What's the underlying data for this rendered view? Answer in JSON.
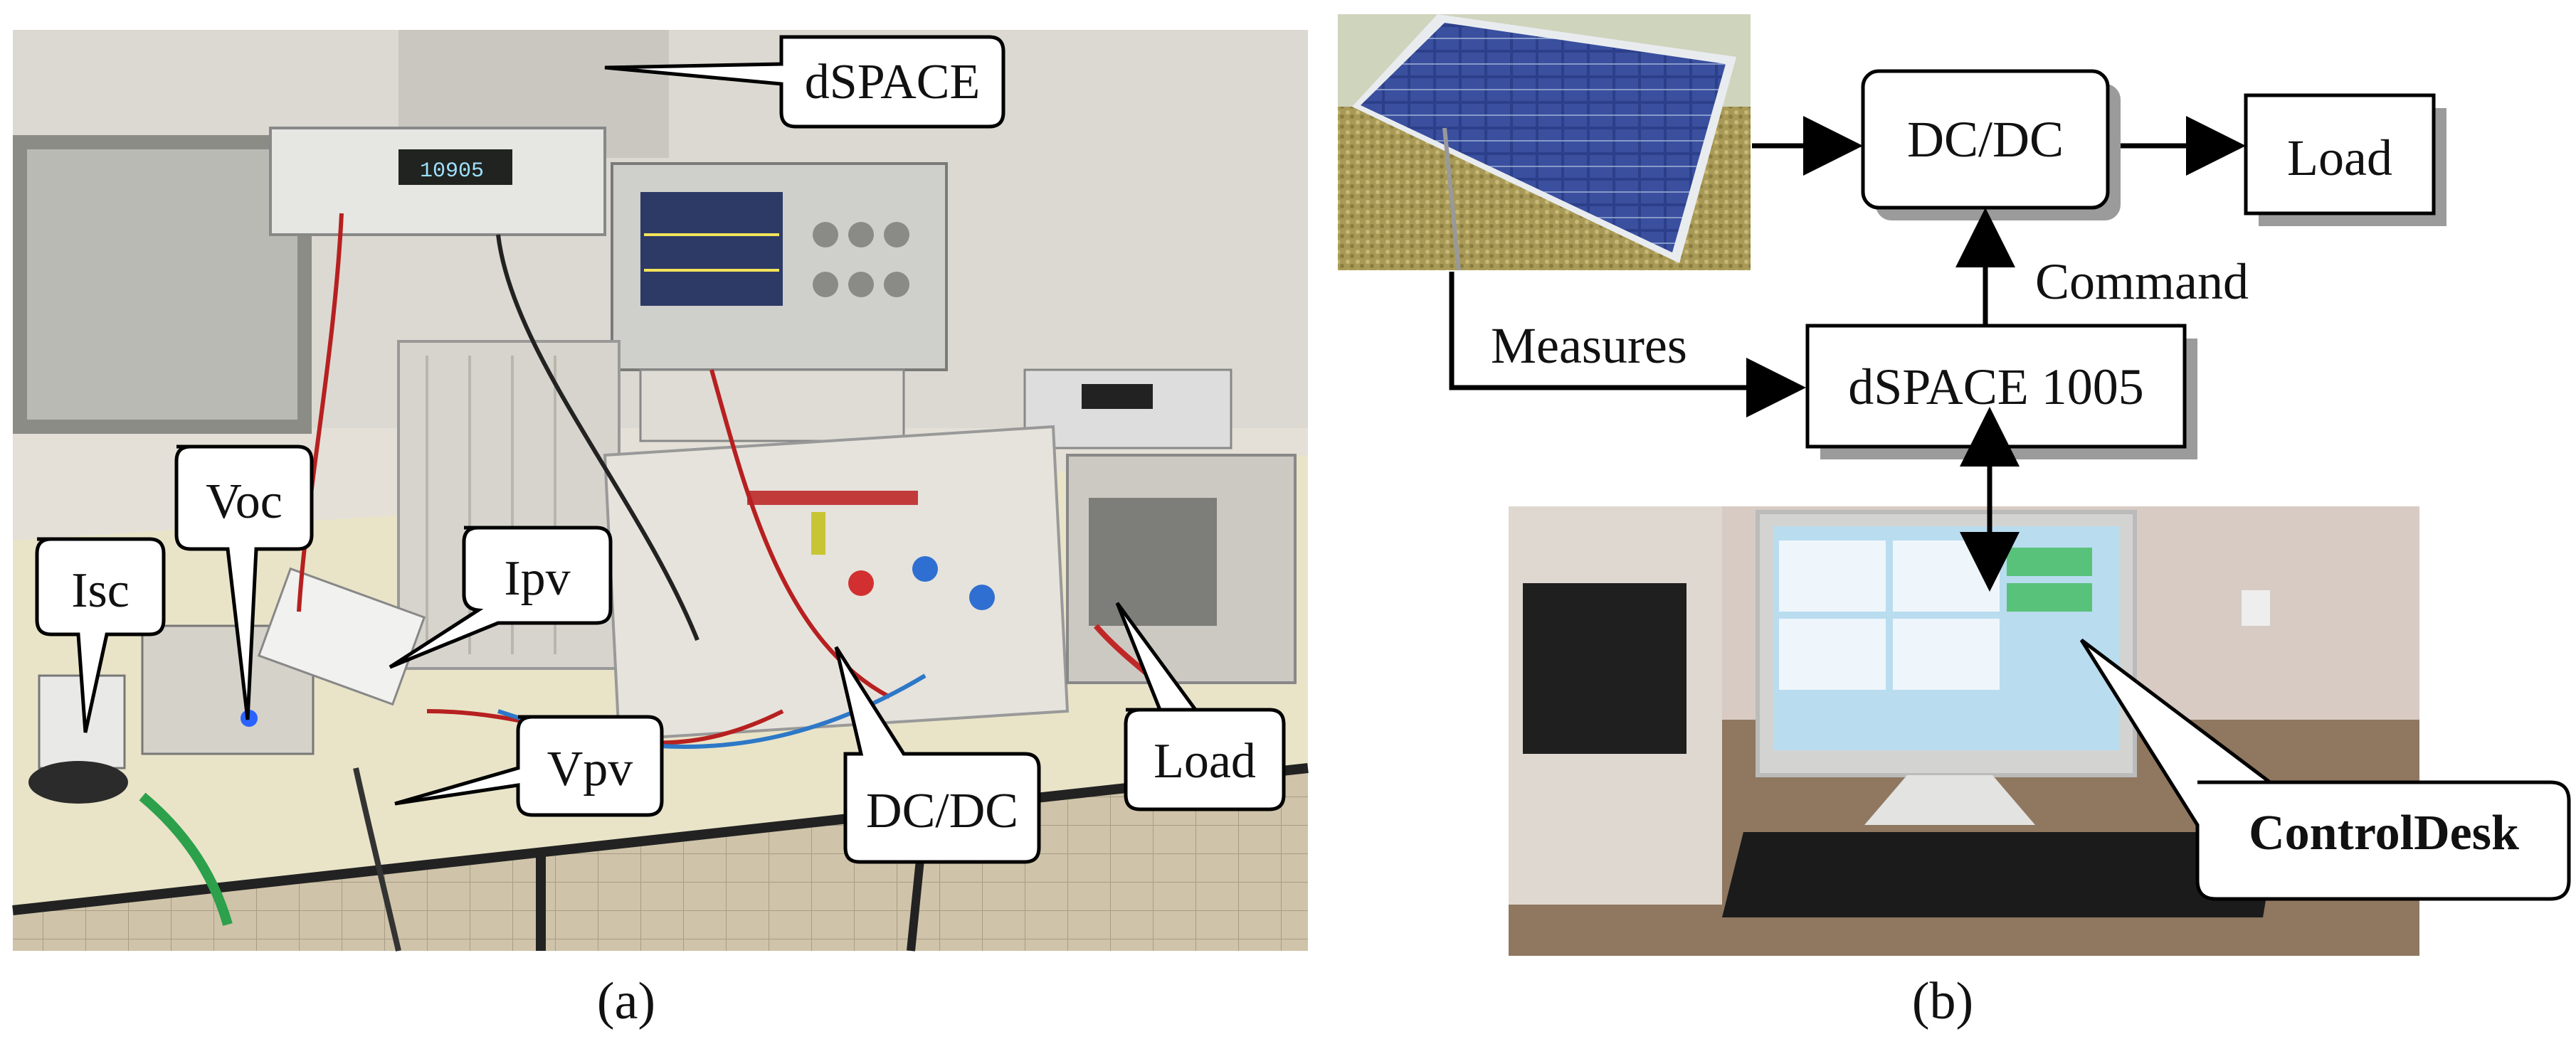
{
  "panel_a": {
    "caption": "(a)",
    "callouts": {
      "dspace": "dSPACE",
      "voc": "Voc",
      "isc": "Isc",
      "ipv": "Ipv",
      "vpv": "Vpv",
      "dcdc": "DC/DC",
      "load": "Load"
    }
  },
  "panel_b": {
    "caption": "(b)",
    "blocks": {
      "dcdc": "DC/DC",
      "load": "Load",
      "dspace": "dSPACE 1005"
    },
    "labels": {
      "command": "Command",
      "measures": "Measures",
      "controldesk": "ControlDesk"
    }
  }
}
